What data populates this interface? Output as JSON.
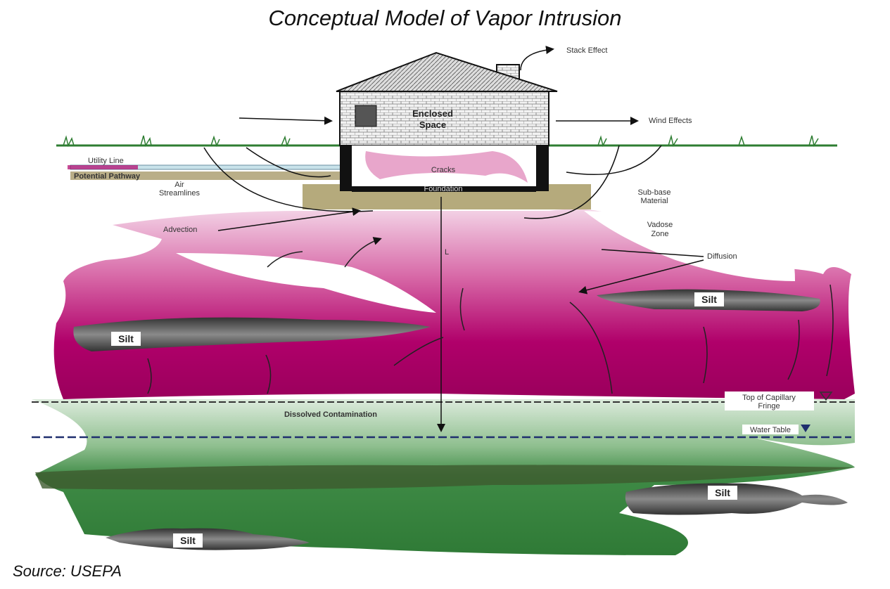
{
  "title": "Conceptual Model of Vapor Intrusion",
  "source": "Source:  USEPA",
  "labels": {
    "stack_effect": "Stack Effect",
    "enclosed_space_1": "Enclosed",
    "enclosed_space_2": "Space",
    "wind_effects": "Wind Effects",
    "utility_line": "Utility Line",
    "potential_pathway": "Potential Pathway",
    "cracks": "Cracks",
    "air_streamlines_1": "Air",
    "air_streamlines_2": "Streamlines",
    "foundation": "Foundation",
    "sub_base_1": "Sub-base",
    "sub_base_2": "Material",
    "advection": "Advection",
    "vadose_1": "Vadose",
    "vadose_2": "Zone",
    "diffusion": "Diffusion",
    "distance": "L",
    "silt": [
      "Silt",
      "Silt",
      "Silt",
      "Silt"
    ],
    "capillary_1": "Top of Capillary",
    "capillary_2": "Fringe",
    "dissolved": "Dissolved Contamination",
    "water_table": "Water Table"
  },
  "colors": {
    "vapor": "#b0006a",
    "groundwater": "#3e8a45",
    "grass": "#2e7d32",
    "subbase": "#b5aa7c",
    "silt": "#555555"
  }
}
